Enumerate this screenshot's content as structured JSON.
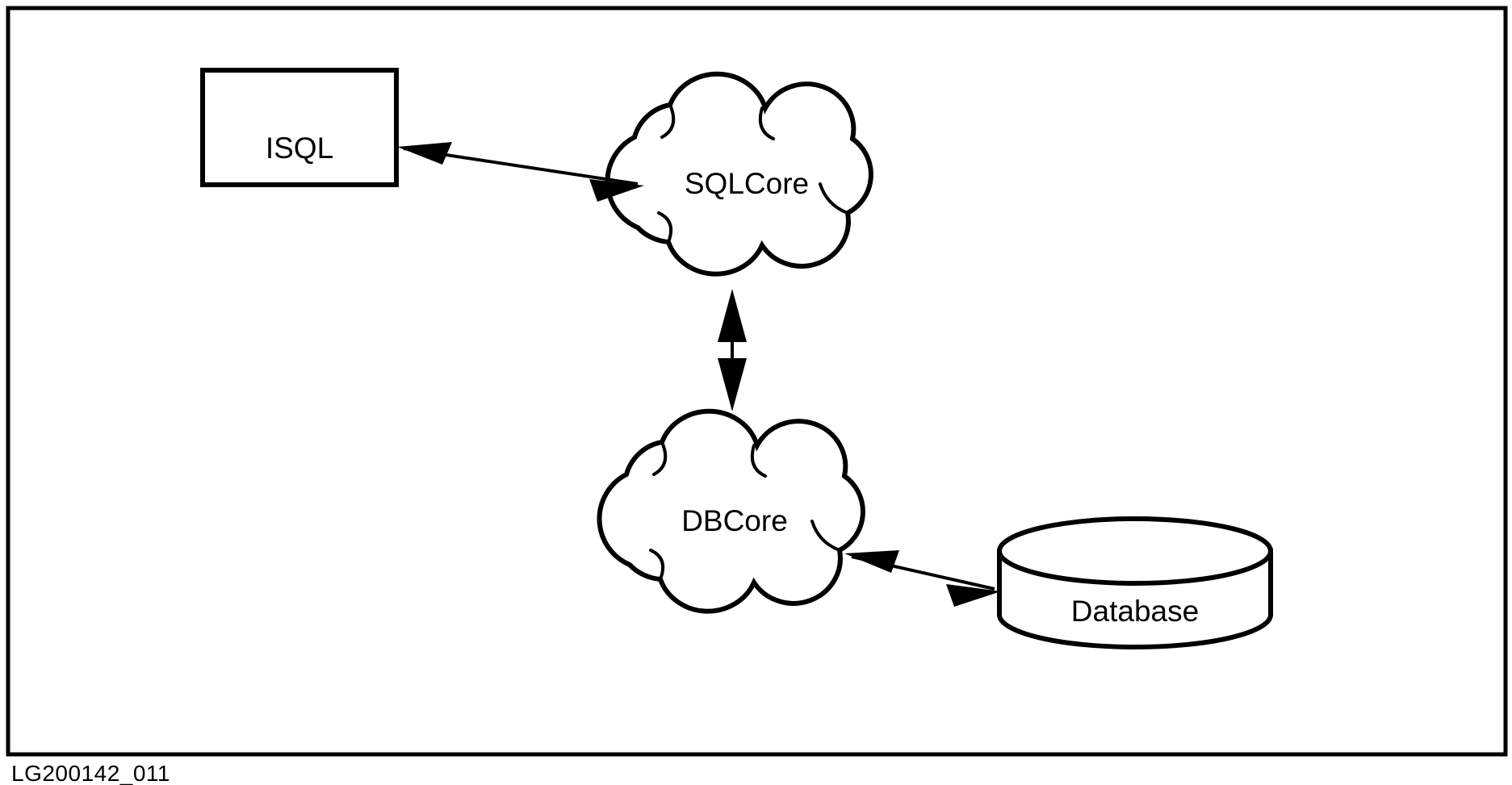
{
  "figure": {
    "caption": "LG200142_011",
    "border_color": "#000000",
    "background_color": "#ffffff",
    "stroke_color": "#000000"
  },
  "nodes": [
    {
      "id": "isql",
      "label": "ISQL",
      "shape": "rectangle"
    },
    {
      "id": "sqlcore",
      "label": "SQLCore",
      "shape": "cloud"
    },
    {
      "id": "dbcore",
      "label": "DBCore",
      "shape": "cloud"
    },
    {
      "id": "database",
      "label": "Database",
      "shape": "cylinder"
    }
  ],
  "connectors": [
    {
      "id": "isql-sqlcore",
      "from": "isql",
      "to": "sqlcore",
      "direction": "bidirectional"
    },
    {
      "id": "sqlcore-dbcore",
      "from": "sqlcore",
      "to": "dbcore",
      "direction": "bidirectional"
    },
    {
      "id": "dbcore-database",
      "from": "dbcore",
      "to": "database",
      "direction": "bidirectional"
    }
  ]
}
